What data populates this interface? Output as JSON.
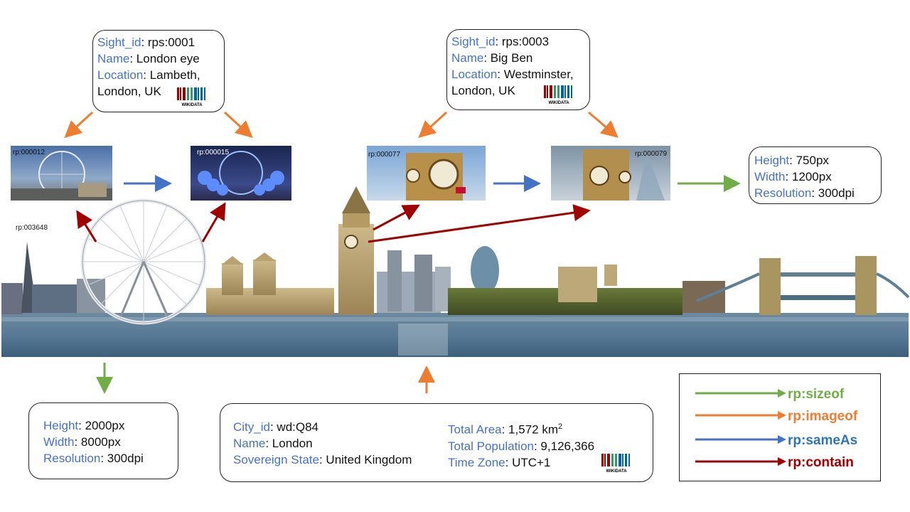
{
  "colors": {
    "sizeof": "#70ad47",
    "imageof": "#ed7d31",
    "sameAs": "#4472c4",
    "contain": "#a00000",
    "key": "#4472c4"
  },
  "sight1": {
    "id_key": "Sight_id",
    "id_val": ": rps:0001",
    "name_key": "Name",
    "name_val": ": London eye",
    "loc_key": "Location",
    "loc_val1": ": Lambeth,",
    "loc_val2": "London, UK"
  },
  "sight3": {
    "id_key": "Sight_id",
    "id_val": ": rps:0003",
    "name_key": "Name",
    "name_val": ": Big Ben",
    "loc_key": "Location",
    "loc_val1": ": Westminster,",
    "loc_val2": "London, UK"
  },
  "wikidata_label": "WIKIDATA",
  "rp_labels": {
    "r12": "rp:000012",
    "r15": "rp:000015",
    "r77": "rp:000077",
    "r79": "rp:000079",
    "r3648": "rp:003648"
  },
  "size_small": {
    "h_key": "Height",
    "h_val": ": 750px",
    "w_key": "Width",
    "w_val": ": 1200px",
    "r_key": "Resolution",
    "r_val": ": 300dpi"
  },
  "size_large": {
    "h_key": "Height",
    "h_val": ": 2000px",
    "w_key": "Width",
    "w_val": ": 8000px",
    "r_key": "Resolution",
    "r_val": ": 300dpi"
  },
  "city": {
    "id_key": "City_id",
    "id_val": ": wd:Q84",
    "name_key": "Name",
    "name_val": ": London",
    "state_key": "Sovereign State",
    "state_val": ": United Kingdom",
    "area_key": "Total Area",
    "area_val": ": 1,572 km",
    "area_sup": "2",
    "pop_key": "Total Population",
    "pop_val": ": 9,126,366",
    "tz_key": "Time Zone",
    "tz_val": ": UTC+1"
  },
  "legend": [
    {
      "label": "rp:sizeof",
      "color": "#70ad47"
    },
    {
      "label": "rp:imageof",
      "color": "#ed7d31"
    },
    {
      "label": "rp:sameAs",
      "color": "#4472c4"
    },
    {
      "label": "rp:contain",
      "color": "#a00000"
    }
  ],
  "icon_names": [
    "wikidata-logo-icon",
    "london-eye-thumbnail",
    "big-ben-thumbnail",
    "london-panorama-image"
  ]
}
